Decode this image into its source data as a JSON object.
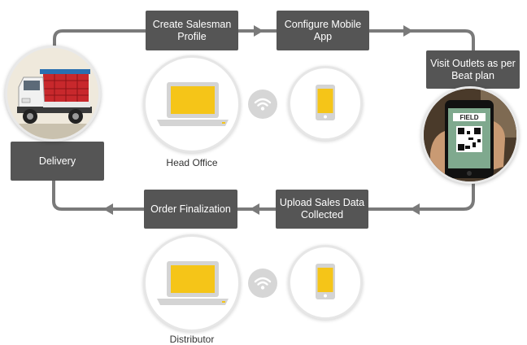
{
  "steps": {
    "create_profile": "Create Salesman Profile",
    "configure_app": "Configure Mobile App",
    "visit_outlets": "Visit Outlets as per Beat plan",
    "upload_sales": "Upload Sales Data Collected",
    "order_finalization": "Order Finalization",
    "delivery": "Delivery"
  },
  "captions": {
    "head_office": "Head Office",
    "distributor": "Distributor"
  },
  "phone_screen_text": "FIELD",
  "icons": {
    "laptop": "laptop-icon",
    "wifi": "wifi-icon",
    "phone": "smartphone-icon",
    "truck": "delivery-truck-icon",
    "qr_phone": "qr-scan-phone-icon"
  },
  "colors": {
    "box_bg": "#555555",
    "flow_line": "#7a7a7a",
    "screen_yellow": "#f5c518",
    "icon_gray": "#cccccc"
  }
}
